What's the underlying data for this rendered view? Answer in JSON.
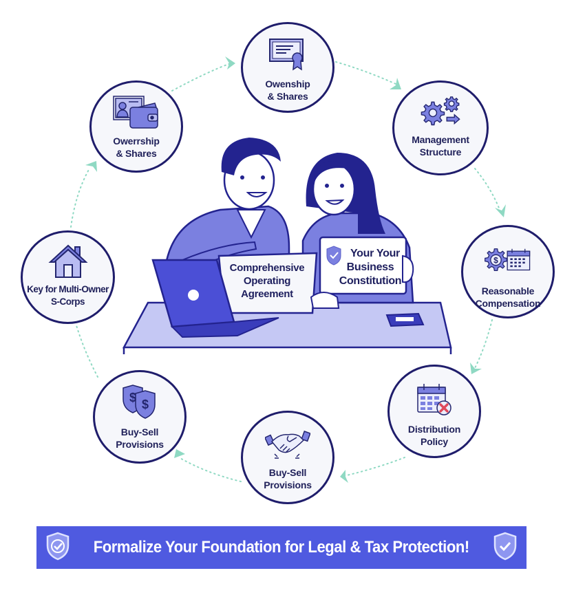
{
  "colors": {
    "ring_border": "#1f1d6b",
    "node_fill": "#f6f7fb",
    "icon_fill": "#7b80e0",
    "icon_stroke": "#23256e",
    "arrow": "#8fd9c3",
    "banner_bg": "#4f5ae0",
    "banner_text": "#ffffff",
    "scene_fill": "#a9aef0",
    "scene_dark": "#23238f",
    "laptop": "#4b4fd6",
    "cancel_red": "#e0485b"
  },
  "nodes": [
    {
      "id": "top",
      "icon": "certificate-icon",
      "label_line1": "Owenship",
      "label_line2": "& Shares"
    },
    {
      "id": "top-right",
      "icon": "gears-arrow-icon",
      "label_line1": "Management",
      "label_line2": "Structure"
    },
    {
      "id": "right",
      "icon": "dollar-gear-calendar-icon",
      "label_line1": "Reasonable",
      "label_line2": "Compensation"
    },
    {
      "id": "bottom-right",
      "icon": "calendar-cancel-icon",
      "label_line1": "Distribution",
      "label_line2": "Policy"
    },
    {
      "id": "bottom",
      "icon": "handshake-icon",
      "label_line1": "Buy-Sell",
      "label_line2": "Provisions"
    },
    {
      "id": "bottom-left",
      "icon": "dollar-shields-icon",
      "label_line1": "Buy-Sell",
      "label_line2": "Provisions"
    },
    {
      "id": "left",
      "icon": "house-icon",
      "label_line1": "Key for Multi-Owner",
      "label_line2": "S-Corps"
    },
    {
      "id": "top-left",
      "icon": "id-card-wallet-icon",
      "label_line1": "Owerrship",
      "label_line2": "& Shares"
    }
  ],
  "center": {
    "document_sign": {
      "line1": "Comprehensive",
      "line2": "Operating",
      "line3": "Agreement"
    },
    "held_sign": {
      "line1": "Your Your",
      "line2": "Business",
      "line3": "Constitution",
      "icon": "shield-check-icon"
    }
  },
  "banner": {
    "text": "Formalize Your Foundation for Legal & Tax Protection!",
    "left_icon": "shield-check-icon",
    "right_icon": "shield-check-icon"
  }
}
